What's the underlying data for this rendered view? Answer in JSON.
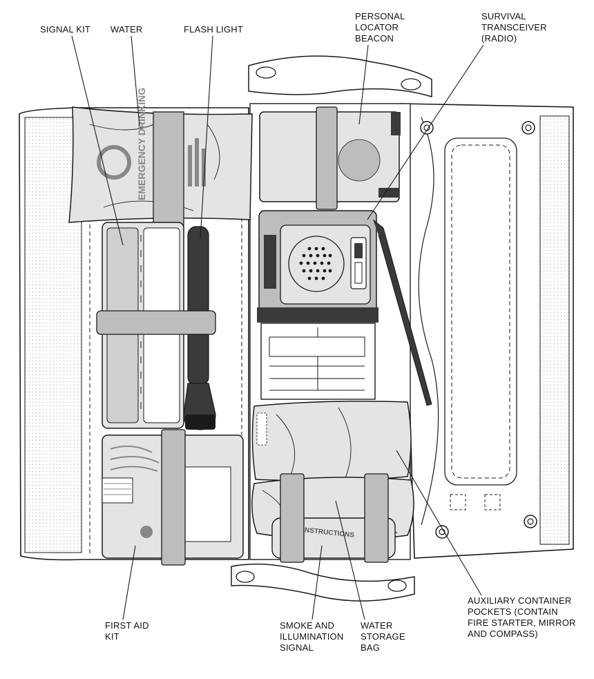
{
  "labels": {
    "signal_kit": [
      "SIGNAL KIT"
    ],
    "water": [
      "WATER"
    ],
    "flash_light": [
      "FLASH LIGHT"
    ],
    "personal_locator_beacon": [
      "PERSONAL",
      "LOCATOR",
      "BEACON"
    ],
    "survival_transceiver": [
      "SURVIVAL",
      "TRANSCEIVER",
      "(RADIO)"
    ],
    "first_aid_kit": [
      "FIRST AID",
      "KIT"
    ],
    "smoke_and_illumination_signal": [
      "SMOKE AND",
      "ILLUMINATION",
      "SIGNAL"
    ],
    "water_storage_bag": [
      "WATER",
      "STORAGE",
      "BAG"
    ],
    "auxiliary_container_pockets": [
      "AUXILIARY CONTAINER",
      "POCKETS (CONTAIN",
      "FIRE STARTER, MIRROR",
      "AND COMPASS)"
    ]
  },
  "item_text": {
    "water_packet": "EMERGENCY DRINKING",
    "smoke_signal_tube": "INSTRUCTIONS"
  },
  "colors": {
    "line": "#1a1a1a",
    "panel": "#ffffff",
    "strap": "#bdbdbd",
    "item_light": "#e4e4e4",
    "item_mid": "#cfcfcf",
    "dark": "#3a3a3a",
    "mesh_dot": "#c8c8c8"
  }
}
